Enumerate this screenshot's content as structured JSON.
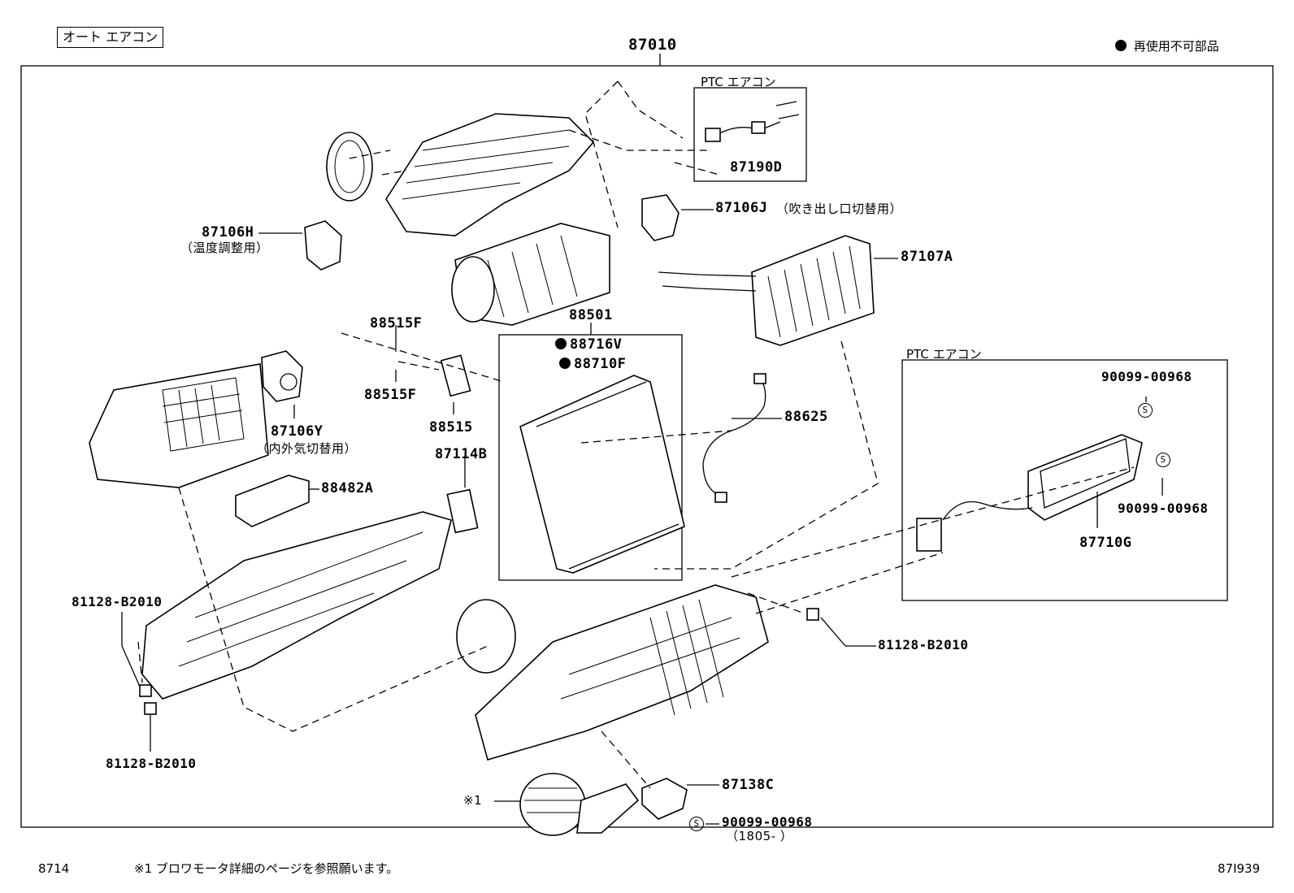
{
  "header": {
    "tag": "オート エアコン",
    "assembly_number": "87010",
    "legend": "再使用不可部品"
  },
  "ptc_boxes": [
    {
      "title": "PTC エアコン"
    },
    {
      "title": "PTC エアコン"
    }
  ],
  "labels": {
    "p87106H": "87106H",
    "p87106H_note": "（温度調整用）",
    "p87106J": "87106J",
    "p87106J_note": "（吹き出し口切替用）",
    "p87190D": "87190D",
    "p87107A": "87107A",
    "p88501": "88501",
    "p88716V": "88716V",
    "p88710F": "88710F",
    "p88515F_a": "88515F",
    "p88515F_b": "88515F",
    "p88515": "88515",
    "p87106Y": "87106Y",
    "p87106Y_note": "（内外気切替用）",
    "p88625": "88625",
    "p87114B": "87114B",
    "p88482A": "88482A",
    "p90099_a": "90099-00968",
    "p90099_b": "90099-00968",
    "p87710G": "87710G",
    "p81128_a": "81128-B2010",
    "p81128_b": "81128-B2010",
    "p81128_c": "81128-B2010",
    "p87138C": "87138C",
    "p90099_c": "90099-00968",
    "p90099_c_range": "（1805-      ）",
    "ref1": "※1",
    "s_mark": "S"
  },
  "footer": {
    "left_code": "8714",
    "note": "※1 ブロワモータ詳細のページを参照願います。",
    "right_code": "87I939"
  }
}
